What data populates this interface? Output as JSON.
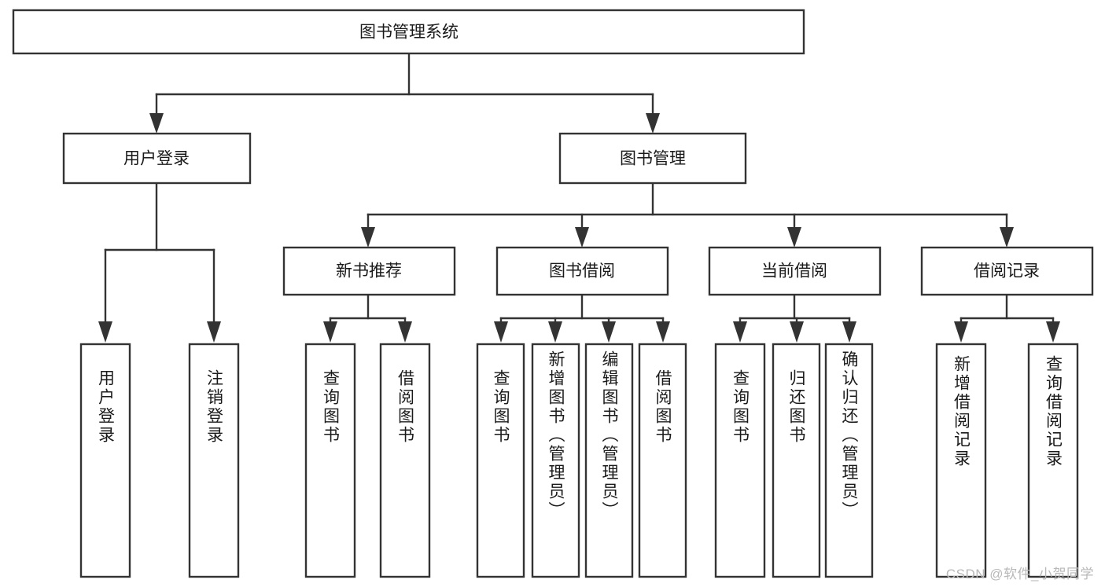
{
  "diagram": {
    "type": "tree",
    "title_node": {
      "label": "图书管理系统"
    },
    "level2": [
      {
        "id": "user-login",
        "label": "用户登录"
      },
      {
        "id": "book-manage",
        "label": "图书管理"
      }
    ],
    "level3": [
      {
        "id": "new-book-rec",
        "label": "新书推荐"
      },
      {
        "id": "book-borrow",
        "label": "图书借阅"
      },
      {
        "id": "current-borrow",
        "label": "当前借阅"
      },
      {
        "id": "borrow-record",
        "label": "借阅记录"
      }
    ],
    "leaves": [
      {
        "id": "leaf-user-login",
        "label": "用户登录",
        "parent": "user-login"
      },
      {
        "id": "leaf-logout-login",
        "label": "注销登录",
        "parent": "user-login"
      },
      {
        "id": "leaf-query-book-1",
        "label": "查询图书",
        "parent": "new-book-rec"
      },
      {
        "id": "leaf-borrow-book-1",
        "label": "借阅图书",
        "parent": "new-book-rec"
      },
      {
        "id": "leaf-query-book-2",
        "label": "查询图书",
        "parent": "book-borrow"
      },
      {
        "id": "leaf-add-book",
        "label": "新增图书（管理员）",
        "parent": "book-borrow"
      },
      {
        "id": "leaf-edit-book",
        "label": "编辑图书（管理员）",
        "parent": "book-borrow"
      },
      {
        "id": "leaf-borrow-book-2",
        "label": "借阅图书",
        "parent": "book-borrow"
      },
      {
        "id": "leaf-query-book-3",
        "label": "查询图书",
        "parent": "current-borrow"
      },
      {
        "id": "leaf-return-book",
        "label": "归还图书",
        "parent": "current-borrow"
      },
      {
        "id": "leaf-confirm-return",
        "label": "确认归还（管理员）",
        "parent": "current-borrow"
      },
      {
        "id": "leaf-add-record",
        "label": "新增借阅记录",
        "parent": "borrow-record"
      },
      {
        "id": "leaf-query-record",
        "label": "查询借阅记录",
        "parent": "borrow-record"
      }
    ],
    "colors": {
      "stroke": "#333333",
      "fill": "#ffffff",
      "text": "#1a1a1a",
      "watermark": "#b8b8b8",
      "background": "#ffffff"
    }
  },
  "watermark": {
    "text": "CSDN @软件_小贺同学"
  }
}
